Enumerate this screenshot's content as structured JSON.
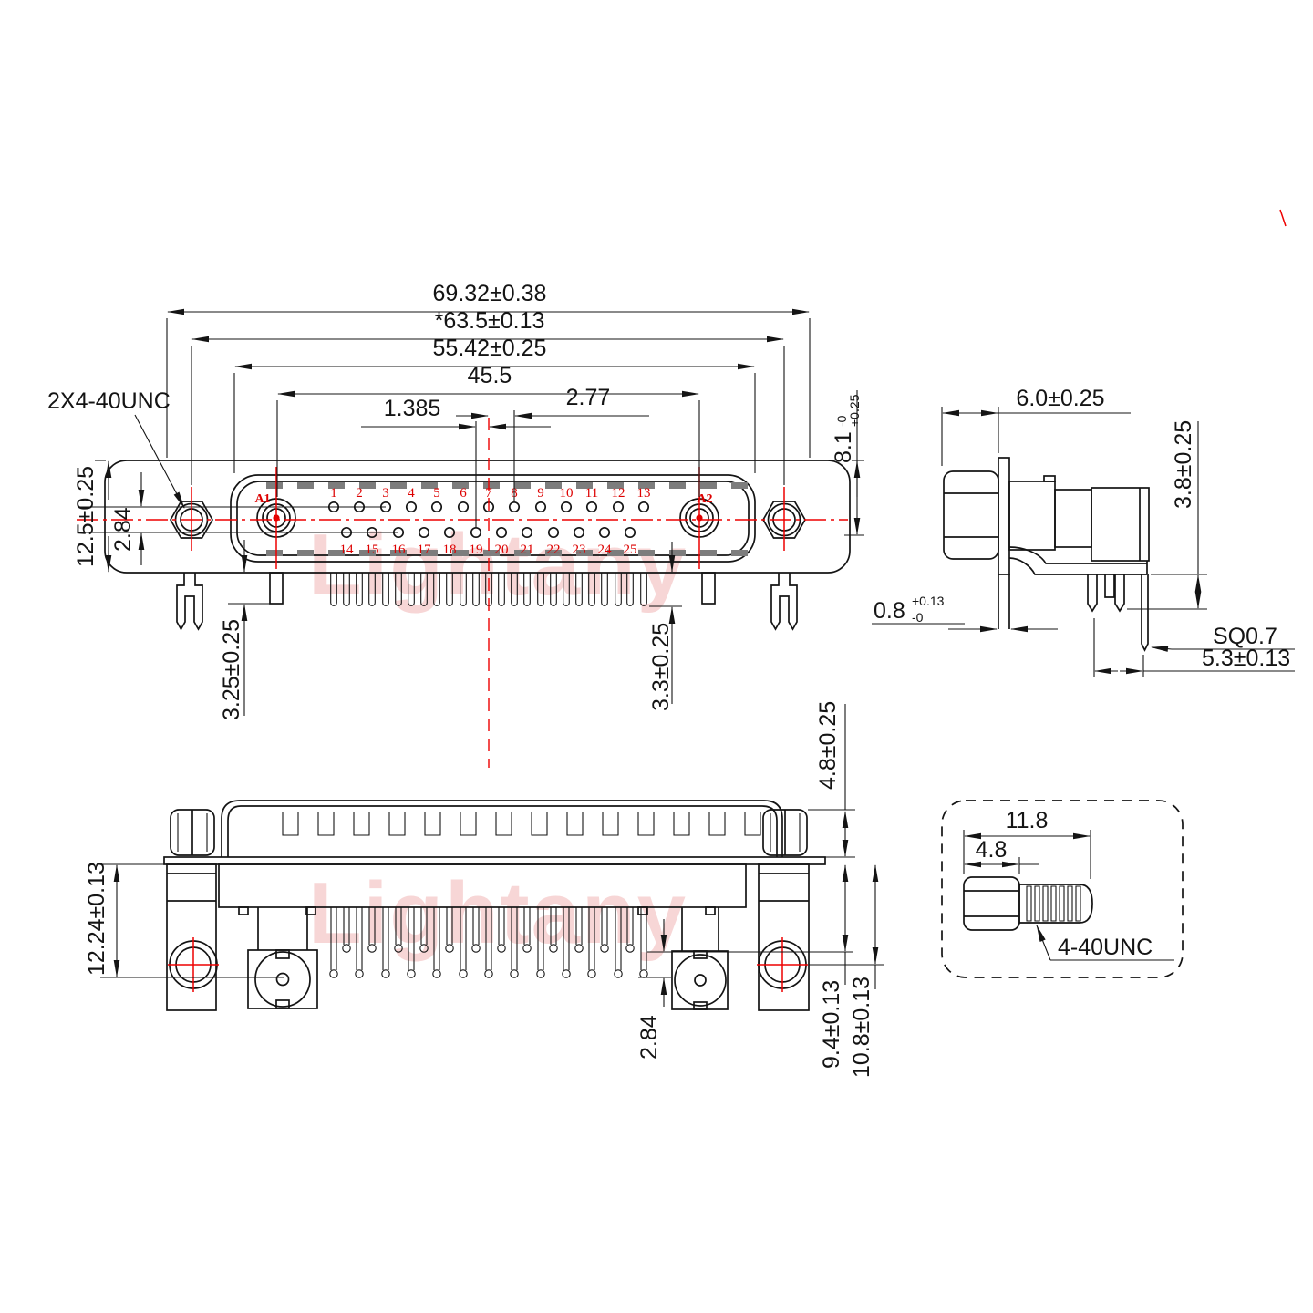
{
  "drawing": {
    "watermark": "Lightany",
    "front": {
      "thread_label": "2X4-40UNC",
      "contact_a1": "A1",
      "contact_a2": "A2",
      "pins_top": [
        "1",
        "2",
        "3",
        "4",
        "5",
        "6",
        "7",
        "8",
        "9",
        "10",
        "11",
        "12",
        "13"
      ],
      "pins_bottom": [
        "14",
        "15",
        "16",
        "17",
        "18",
        "19",
        "20",
        "21",
        "22",
        "23",
        "24",
        "25"
      ],
      "dims": {
        "overall_width": "69.32±0.38",
        "mount_hole_span": "*63.5±0.13",
        "shell_width": "55.42±0.25",
        "coax_span": "45.5",
        "pitch": "2.77",
        "half_pitch": "1.385",
        "body_height": "12.5±0.25",
        "row_spacing": "2.84",
        "face_height": "8.1",
        "face_height_tol_plus": "+0.25",
        "face_height_tol_minus": "-0",
        "leg_left": "3.25±0.25",
        "leg_right": "3.3±0.25"
      }
    },
    "side": {
      "dims": {
        "front_depth": "6.0±0.25",
        "standoff_height": "3.8±0.25",
        "flange_thickness": "0.8",
        "flange_tol_plus": "+0.13",
        "flange_tol_minus": "-0",
        "pin_square": "SQ0.7",
        "tail_length": "5.3±0.13"
      }
    },
    "bottom": {
      "dims": {
        "block_depth": "12.24±0.13",
        "row_spacing": "2.84",
        "tail_short": "9.4±0.13",
        "tail_long": "10.8±0.13",
        "standoff": "4.8±0.25"
      }
    },
    "detail": {
      "dims": {
        "total_length": "11.8",
        "head_length": "4.8"
      },
      "thread_label": "4-40UNC"
    }
  }
}
